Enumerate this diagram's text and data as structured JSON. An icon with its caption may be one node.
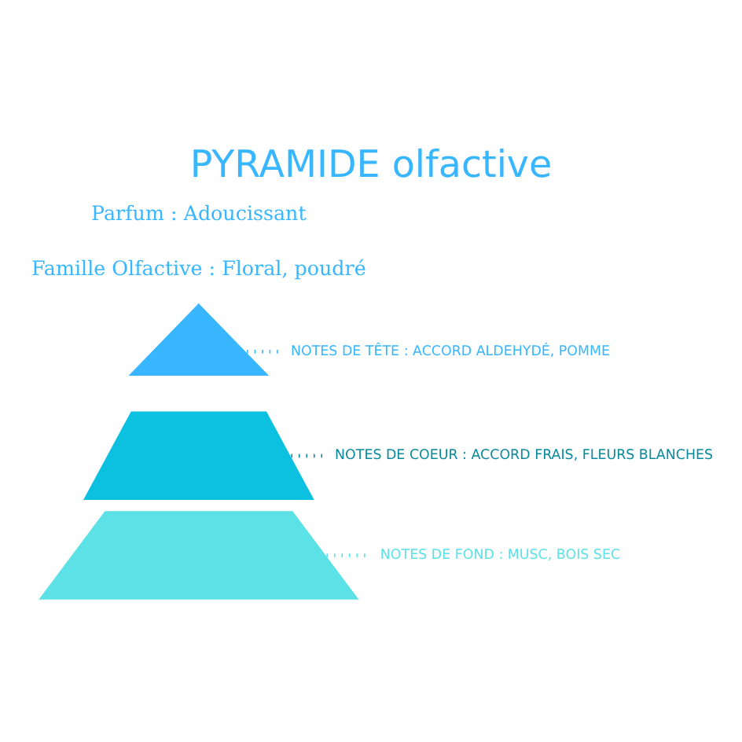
{
  "diagram": {
    "title": "PYRAMIDE olfactive",
    "nodes": [
      {
        "text": [],
        "shape": "triangle"
      },
      {
        "text": [
          "NOTES DE TÊTE : ACCORD ALDEHYDÉ, POMME"
        ]
      },
      {
        "text": [],
        "shape": "trapezoid"
      },
      {
        "text": [
          "NOTES DE COEUR : ACCORD FRAIS, FLEURS BLANCHES"
        ]
      },
      {
        "text": [],
        "shape": "trapezoid"
      },
      {
        "text": [
          "NOTES DE FOND : MUSC, BOIS SEC"
        ]
      }
    ],
    "edges": [
      {
        "from": 1,
        "to": 0,
        "arrow": "none",
        "style": "dashed",
        "color": "#38b6ff"
      },
      {
        "from": 3,
        "to": 2,
        "arrow": "none",
        "style": "dashed",
        "color": "#0a8a9e"
      },
      {
        "from": 5,
        "to": 4,
        "arrow": "none",
        "style": "dashed",
        "color": "#5ce1e6"
      }
    ],
    "labels": [
      "Parfum : Adoucissant",
      "Famille Olfactive : Floral, poudré"
    ]
  }
}
